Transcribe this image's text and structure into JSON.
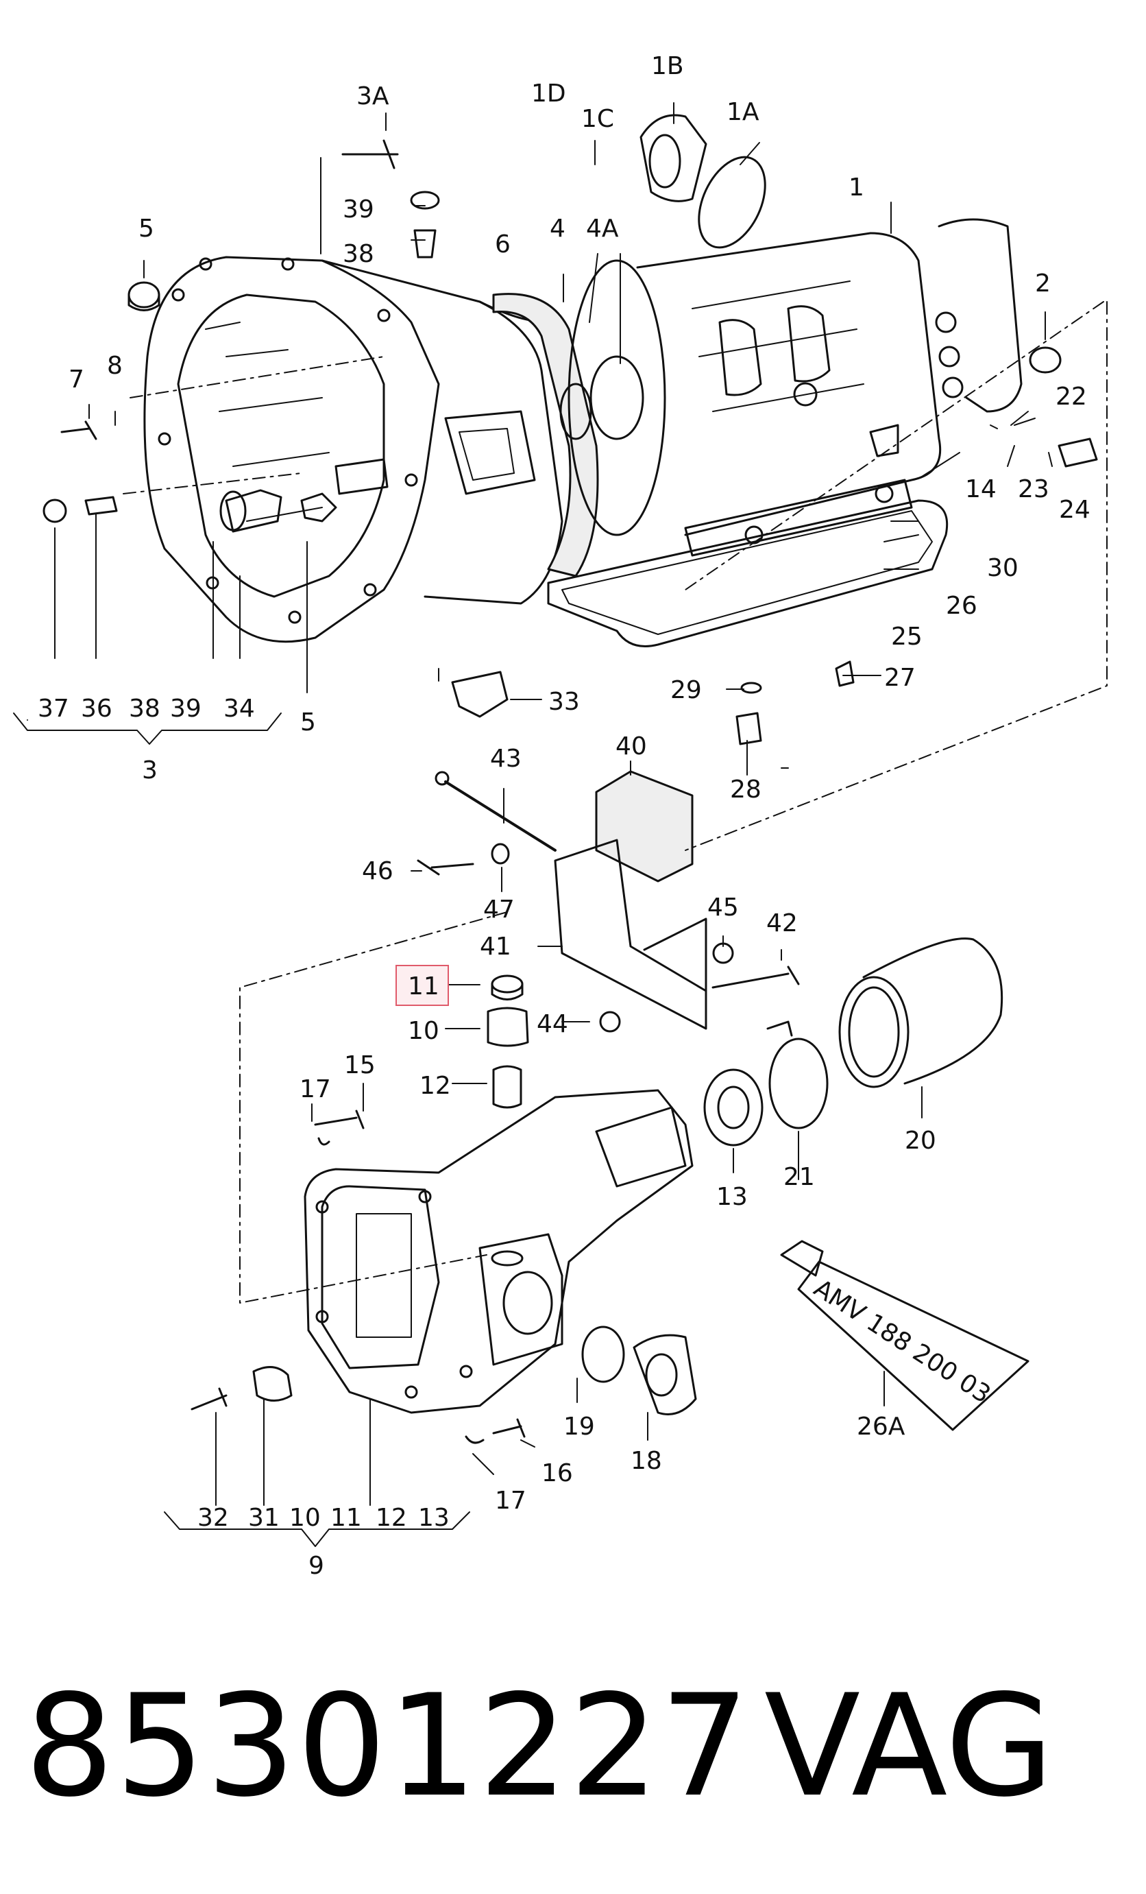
{
  "diagram": {
    "callouts": {
      "c3A": "3A",
      "c1D": "1D",
      "c1B": "1B",
      "c1C": "1C",
      "c1A": "1A",
      "c1": "1",
      "c39a": "39",
      "c38a": "38",
      "c5a": "5",
      "c6": "6",
      "c4": "4",
      "c4A": "4A",
      "c2": "2",
      "c7": "7",
      "c8": "8",
      "c22": "22",
      "c14": "14",
      "c23": "23",
      "c24": "24",
      "c30": "30",
      "c26": "26",
      "c25": "25",
      "c27": "27",
      "c29": "29",
      "c28": "28",
      "c33": "33",
      "c37": "37",
      "c36": "36",
      "c38b": "38",
      "c39b": "39",
      "c34": "34",
      "c5b": "5",
      "c3": "3",
      "c43": "43",
      "c40": "40",
      "c46": "46",
      "c47": "47",
      "c45": "45",
      "c42": "42",
      "c41": "41",
      "c11": "11",
      "c10": "10",
      "c44": "44",
      "c12": "12",
      "c17a": "17",
      "c15": "15",
      "c13": "13",
      "c21": "21",
      "c20": "20",
      "c19": "19",
      "c18": "18",
      "c16": "16",
      "c17b": "17",
      "c26A": "26A",
      "c32": "32",
      "c31": "31",
      "c10b": "10",
      "c11b": "11",
      "c12b": "12",
      "c13b": "13",
      "c9": "9"
    },
    "tube_text": "AMV  188 200 03",
    "highlight_color": "#e05a6a"
  },
  "part_number": "85301227",
  "brand": "VAG"
}
